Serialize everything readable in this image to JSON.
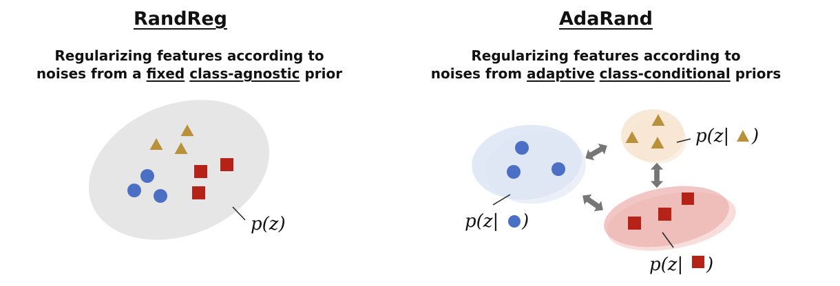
{
  "left": {
    "title": "RandReg",
    "subtitle": {
      "line1": "Regularizing features according to",
      "line2_pre": "noises from a ",
      "line2_u1": "fixed",
      "line2_mid": " ",
      "line2_u2": "class-agnostic",
      "line2_post": " prior"
    },
    "prior_label": "p(z)"
  },
  "right": {
    "title": "AdaRand",
    "subtitle": {
      "line1": "Regularizing features according to",
      "line2_pre": "noises from ",
      "line2_u1": "adaptive",
      "line2_mid": " ",
      "line2_u2": "class-conditional",
      "line2_post": " priors"
    },
    "label_prefix": "p(z|",
    "label_suffix": ")"
  },
  "colors": {
    "circle": "#4a6fc4",
    "triangle": "#b8913a",
    "square": "#b52218",
    "gray_blob": "#e6e6e6",
    "blue_blob": "#dde5f4",
    "orange_blob": "#f7e6d2",
    "red_blob": "#eeb3b0",
    "arrow": "#767676"
  }
}
